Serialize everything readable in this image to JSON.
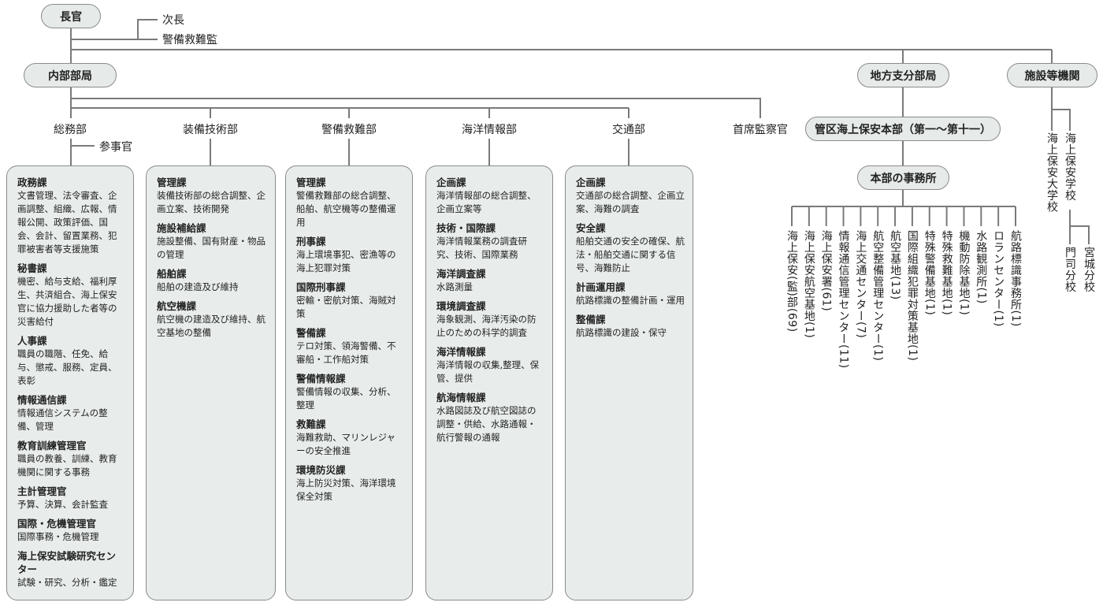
{
  "chief": "長官",
  "deputies": [
    "次長",
    "警備救難監"
  ],
  "internal": {
    "label": "内部部局",
    "counselor": "参事官",
    "inspector": "首席監察官",
    "departments": [
      {
        "name": "総務部",
        "sections": [
          {
            "name": "政務課",
            "desc": "文書管理、法令審査、企画調整、組織、広報、情報公開、政策評価、国会、会計、留置業務、犯罪被害者等支援施策"
          },
          {
            "name": "秘書課",
            "desc": "機密、給与支給、福利厚生、共済組合、海上保安官に協力援助した者等の災害給付"
          },
          {
            "name": "人事課",
            "desc": "職員の職階、任免、給与、懲戒、服務、定員、表彰"
          },
          {
            "name": "情報通信課",
            "desc": "情報通信システムの整備、管理"
          },
          {
            "name": "教育訓練管理官",
            "desc": "職員の教養、訓練、教育機関に関する事務"
          },
          {
            "name": "主計管理官",
            "desc": "予算、決算、会計監査"
          },
          {
            "name": "国際・危機管理官",
            "desc": "国際事務・危機管理"
          },
          {
            "name": "海上保安試験研究センター",
            "desc": "試験・研究、分析・鑑定"
          }
        ]
      },
      {
        "name": "装備技術部",
        "sections": [
          {
            "name": "管理課",
            "desc": "装備技術部の総合調整、企画立案、技術開発"
          },
          {
            "name": "施設補給課",
            "desc": "施設整備、国有財産・物品の管理"
          },
          {
            "name": "船舶課",
            "desc": "船舶の建造及び維持"
          },
          {
            "name": "航空機課",
            "desc": "航空機の建造及び維持、航空基地の整備"
          }
        ]
      },
      {
        "name": "警備救難部",
        "sections": [
          {
            "name": "管理課",
            "desc": "警備救難部の総合調整、船舶、航空機等の整備運用"
          },
          {
            "name": "刑事課",
            "desc": "海上環境事犯、密漁等の海上犯罪対策"
          },
          {
            "name": "国際刑事課",
            "desc": "密輸・密航対策、海賊対策"
          },
          {
            "name": "警備課",
            "desc": "テロ対策、領海警備、不審船・工作船対策"
          },
          {
            "name": "警備情報課",
            "desc": "警備情報の収集、分析、整理"
          },
          {
            "name": "救難課",
            "desc": "海難救助、マリンレジャーの安全推進"
          },
          {
            "name": "環境防災課",
            "desc": "海上防災対策、海洋環境保全対策"
          }
        ]
      },
      {
        "name": "海洋情報部",
        "sections": [
          {
            "name": "企画課",
            "desc": "海洋情報部の総合調整、企画立案等"
          },
          {
            "name": "技術・国際課",
            "desc": "海洋情報業務の調査研究、技術、国際業務"
          },
          {
            "name": "海洋調査課",
            "desc": "水路測量"
          },
          {
            "name": "環境調査課",
            "desc": "海象観測、海洋汚染の防止のための科学的調査"
          },
          {
            "name": "海洋情報課",
            "desc": "海洋情報の収集,整理、保管、提供"
          },
          {
            "name": "航海情報課",
            "desc": "水路図誌及び航空図誌の調整・供給、水路通報・航行警報の通報"
          }
        ]
      },
      {
        "name": "交通部",
        "sections": [
          {
            "name": "企画課",
            "desc": "交通部の総合調整、企画立案、海難の調査"
          },
          {
            "name": "安全課",
            "desc": "船舶交通の安全の確保、航法・船舶交通に関する信号、海難防止"
          },
          {
            "name": "計画運用課",
            "desc": "航路標識の整備計画・運用"
          },
          {
            "name": "整備課",
            "desc": "航路標識の建設・保守"
          }
        ]
      }
    ]
  },
  "regional": {
    "label": "地方支分部局",
    "hq": "管区海上保安本部（第一～第十一）",
    "offices_label": "本部の事務所",
    "offices": [
      "海上保安(監)部(69)",
      "海上保安航空基地(1)",
      "海上保安署(61)",
      "情報通信管理センター(11)",
      "海上交通センター(7)",
      "航空整備管理センター(1)",
      "航空基地(13)",
      "国際組織犯罪対策基地(1)",
      "特殊警備基地(1)",
      "特殊救難基地(1)",
      "機動防除基地(1)",
      "水路観測所(1)",
      "ロランセンター(1)",
      "航路標識事務所(1)"
    ]
  },
  "facilities": {
    "label": "施設等機関",
    "university": "海上保安大学校",
    "school": "海上保安学校",
    "branches": [
      "門司分校",
      "宮城分校"
    ]
  }
}
